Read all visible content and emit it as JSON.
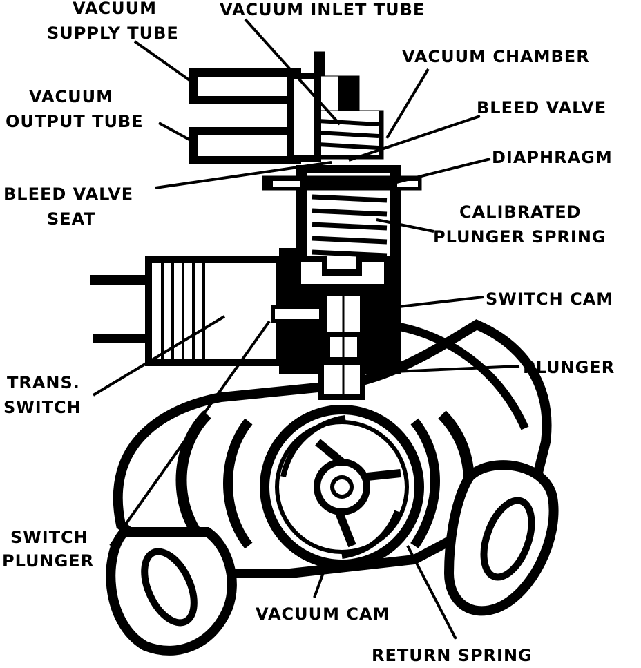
{
  "colors": {
    "ink": "#000000",
    "paper": "#ffffff"
  },
  "labels": {
    "vacuum_supply_tube_1": "VACUUM",
    "vacuum_supply_tube_2": "SUPPLY TUBE",
    "vacuum_inlet_tube": "VACUUM INLET TUBE",
    "vacuum_chamber": "VACUUM CHAMBER",
    "vacuum_output_tube_1": "VACUUM",
    "vacuum_output_tube_2": "OUTPUT TUBE",
    "bleed_valve": "BLEED VALVE",
    "diaphragm": "DIAPHRAGM",
    "bleed_valve_seat_1": "BLEED VALVE",
    "bleed_valve_seat_2": "SEAT",
    "calibrated_plunger_spring_1": "CALIBRATED",
    "calibrated_plunger_spring_2": "PLUNGER SPRING",
    "switch_cam": "SWITCH CAM",
    "plunger": "PLUNGER",
    "trans_switch_1": "TRANS.",
    "trans_switch_2": "SWITCH",
    "switch_plunger_1": "SWITCH",
    "switch_plunger_2": "PLUNGER",
    "vacuum_cam": "VACUUM CAM",
    "return_spring": "RETURN SPRING"
  }
}
